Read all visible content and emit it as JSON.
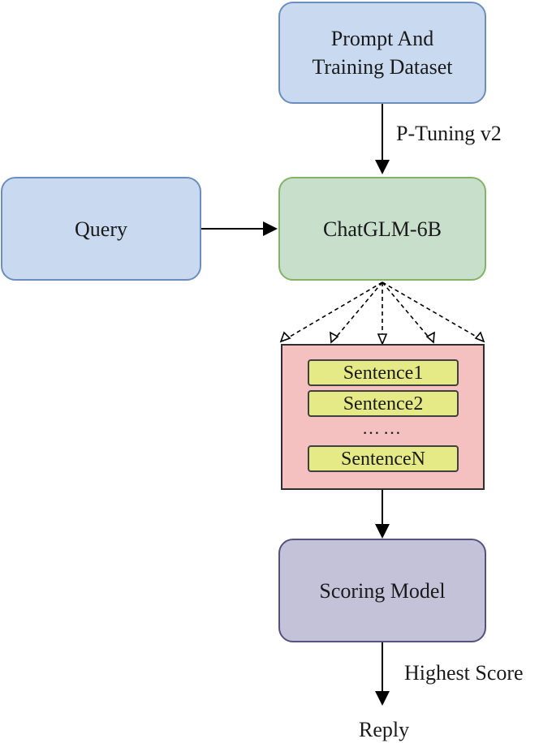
{
  "nodes": {
    "prompt_dataset": {
      "line1": "Prompt And",
      "line2": "Training Dataset"
    },
    "query": "Query",
    "chatglm": "ChatGLM-6B",
    "sentences": [
      "Sentence1",
      "Sentence2",
      "SentenceN"
    ],
    "ellipsis": "……",
    "scoring_model": "Scoring Model",
    "reply": "Reply"
  },
  "edges": {
    "ptuning_label": "P-Tuning v2",
    "highest_score_label": "Highest Score"
  },
  "colors": {
    "blue_fill": "#c9daf0",
    "blue_stroke": "#6c8ebf",
    "green_fill": "#c8dfcc",
    "green_stroke": "#82b366",
    "pink_fill": "#f4c0c0",
    "yellow_fill": "#e6ea86",
    "purple_fill": "#c4c2d9",
    "purple_stroke": "#56517e"
  }
}
